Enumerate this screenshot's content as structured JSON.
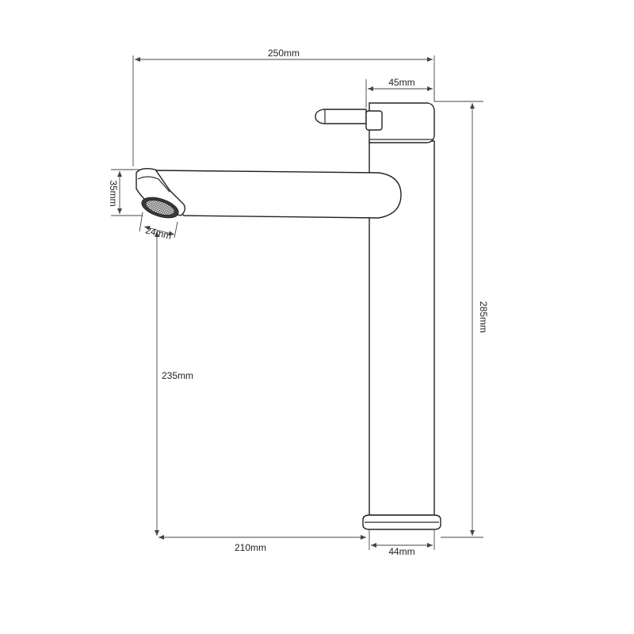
{
  "diagram": {
    "dimensions": {
      "total_width": "250mm",
      "handle_width": "45mm",
      "total_height": "285mm",
      "aerator_height": "35mm",
      "aerator_diameter": "24mm",
      "spout_height": "235mm",
      "spout_reach": "210mm",
      "base_diameter": "44mm"
    }
  }
}
